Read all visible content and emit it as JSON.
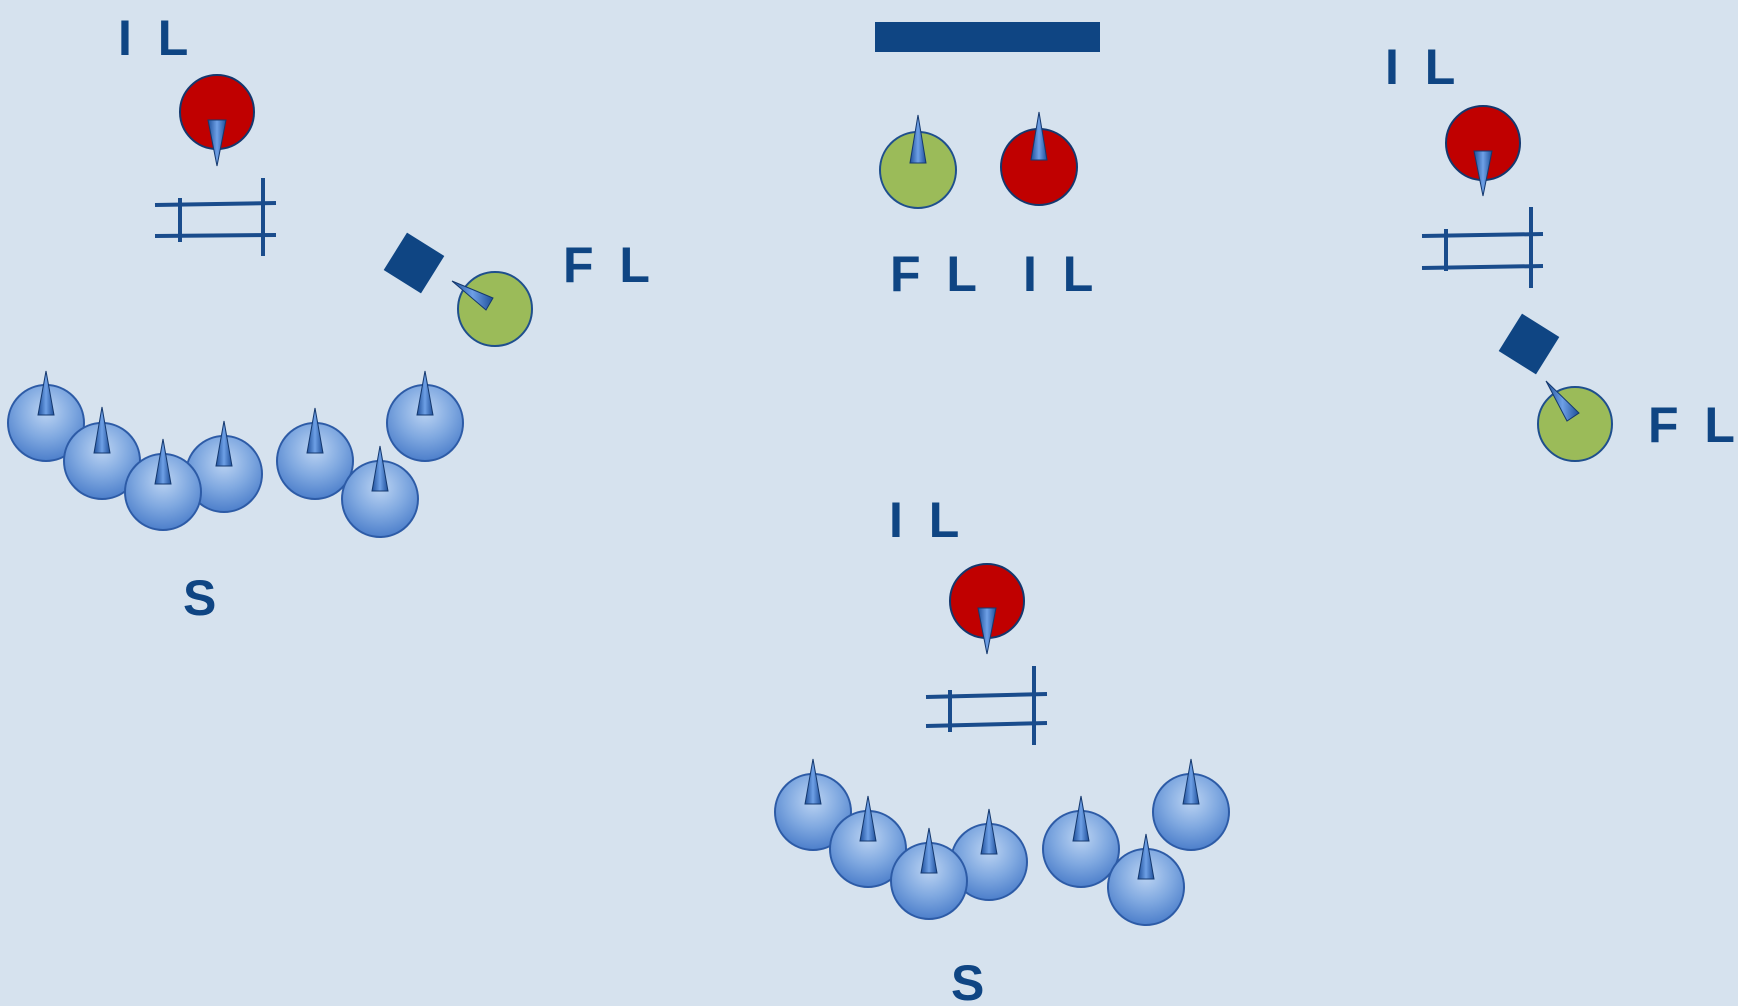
{
  "labels": {
    "left_il": "I L",
    "left_fl": "F L",
    "left_s": "S",
    "mid_fl": "F L",
    "mid_il": "I L",
    "right_il": "I L",
    "right_fl": "F L",
    "bottom_il": "I L",
    "bottom_s": "S"
  },
  "colors": {
    "background": "#d6e2ee",
    "navy": "#0f4583",
    "il_red": "#c00000",
    "fl_green": "#9bbb59",
    "singer_blue": "#6f9bd8"
  }
}
